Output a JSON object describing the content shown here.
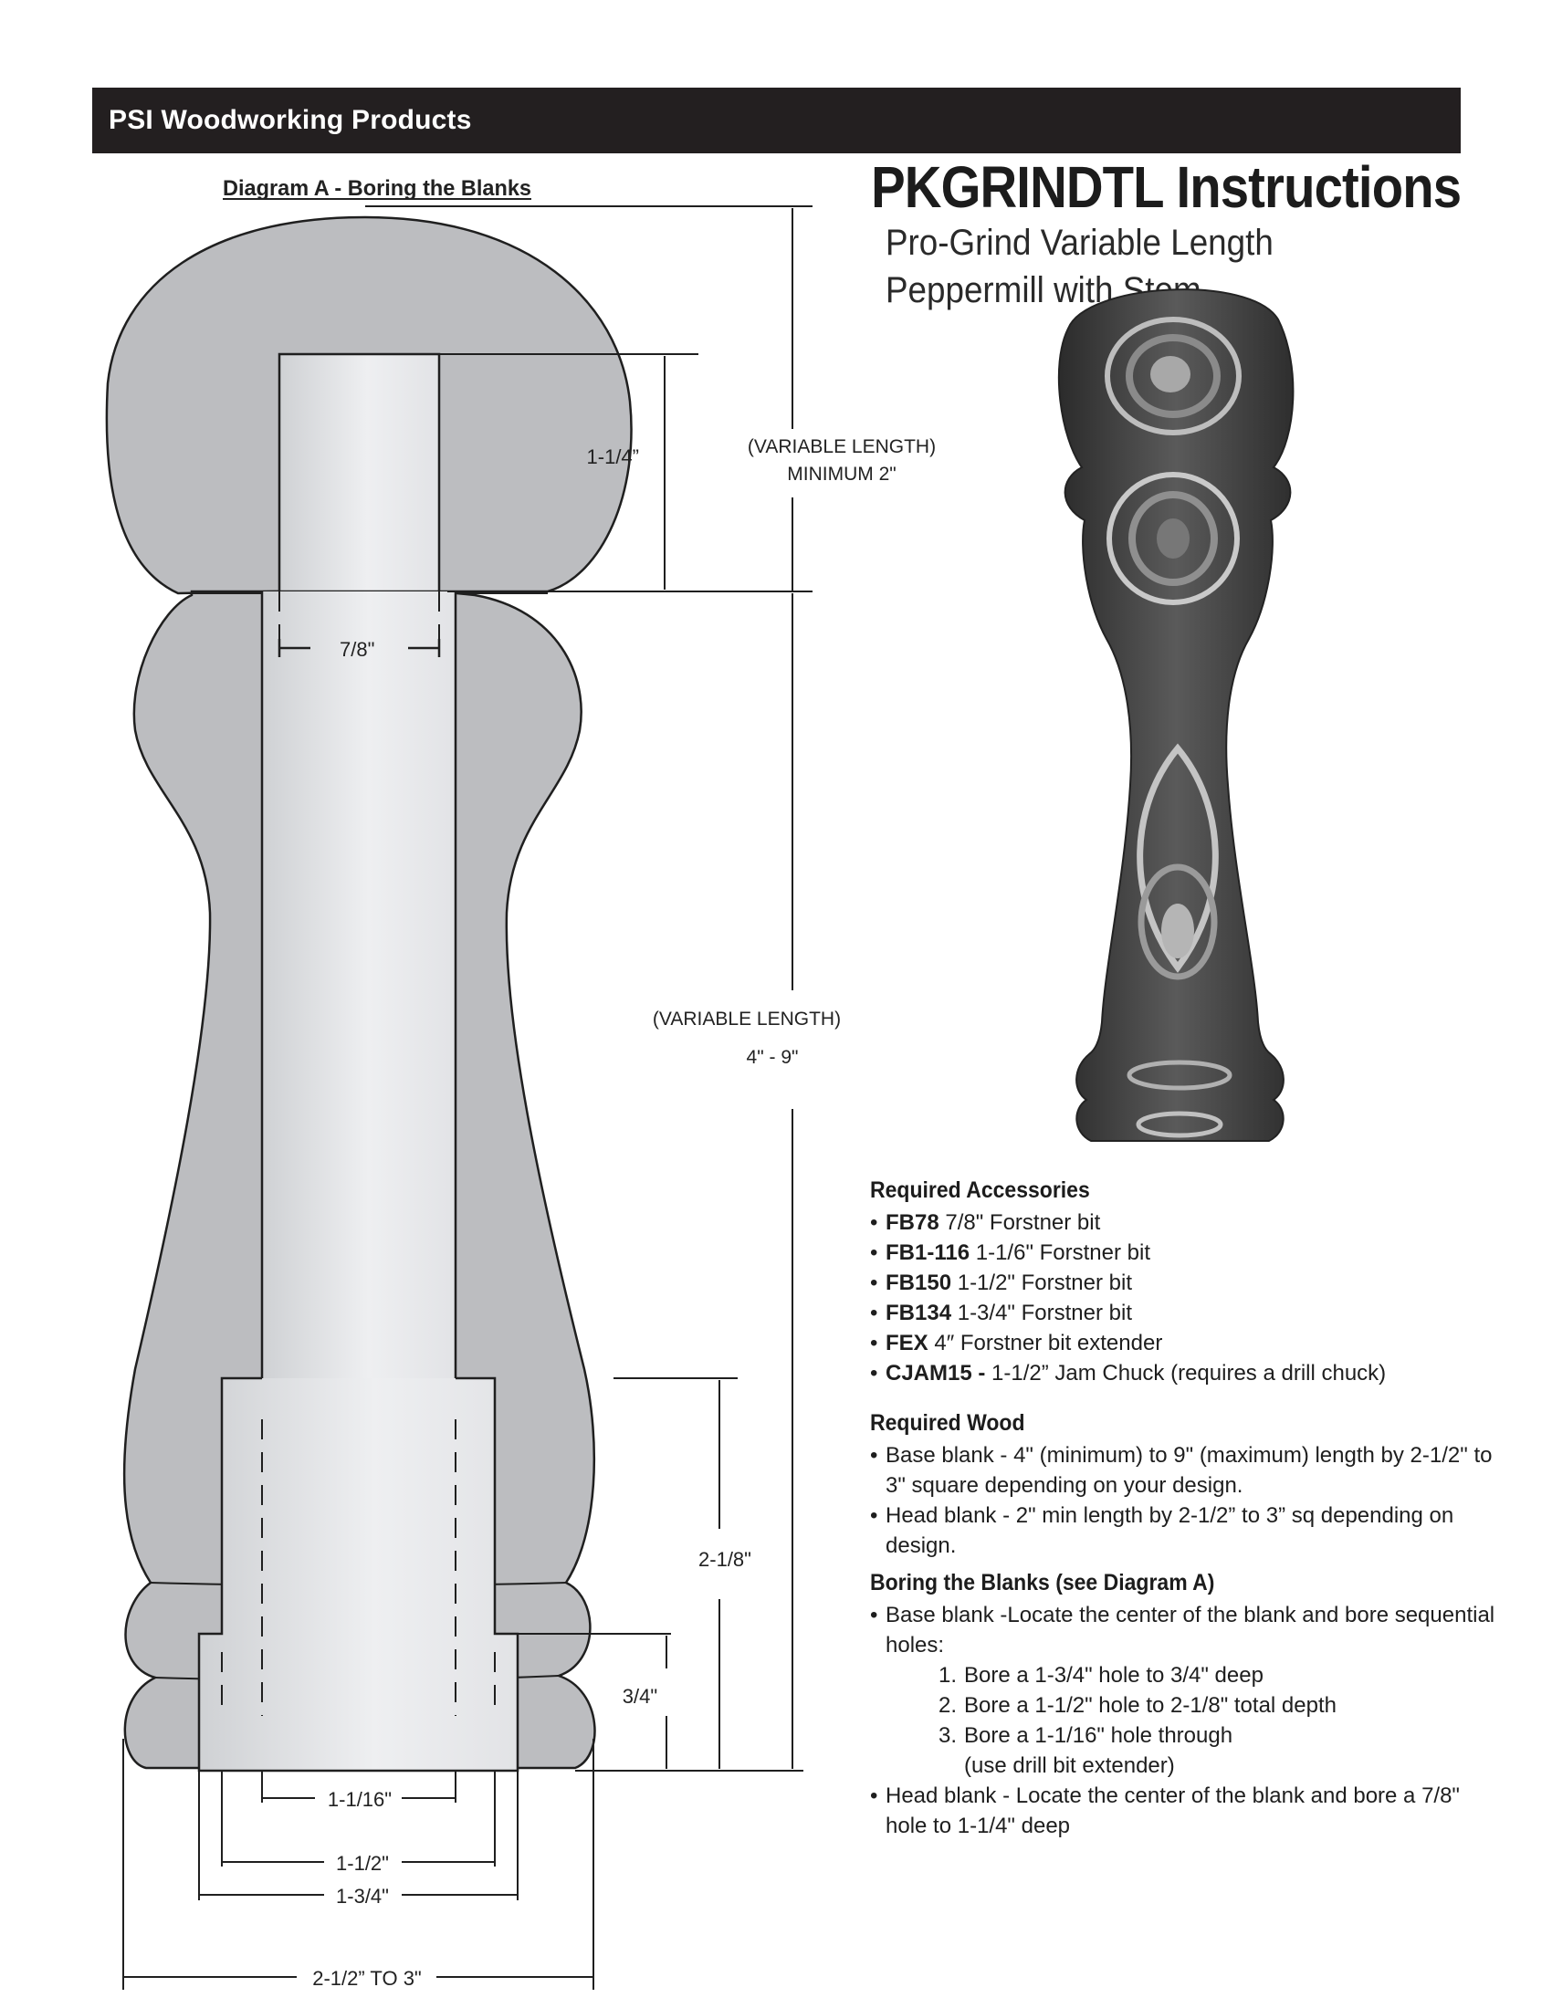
{
  "header": {
    "brand": "PSI Woodworking Products"
  },
  "title": "PKGRINDTL Instructions",
  "subtitle": "Pro-Grind Variable Length Peppermill with Stem",
  "diagram": {
    "caption": "Diagram A - Boring the Blanks",
    "labels": {
      "head_bore_depth": "1-1/4”",
      "head_length_1": "(VARIABLE LENGTH)",
      "head_length_2": "MINIMUM 2\"",
      "bore_width_top": "7/8\"",
      "base_length_1": "(VARIABLE LENGTH)",
      "base_length_2": "4\" - 9\"",
      "depth_total": "2-1/8\"",
      "depth_first": "3/4\"",
      "hole_1116": "1-1/16\"",
      "hole_112": "1-1/2\"",
      "hole_134": "1-3/4\"",
      "blank_width": "2-1/2” TO 3\""
    }
  },
  "accessories": {
    "heading": "Required Accessories",
    "items": [
      {
        "code": "FB78",
        "desc": "7/8\" Forstner bit"
      },
      {
        "code": "FB1-116",
        "desc": "1-1/6\" Forstner bit"
      },
      {
        "code": "FB150",
        "desc": "1-1/2\" Forstner bit"
      },
      {
        "code": "FB134",
        "desc": "1-3/4\" Forstner bit"
      },
      {
        "code": "FEX",
        "desc": "4″ Forstner bit extender"
      },
      {
        "code": "CJAM15 -",
        "desc": "1-1/2” Jam Chuck (requires a drill chuck)"
      }
    ]
  },
  "wood": {
    "heading": "Required Wood",
    "items": [
      "Base blank - 4\" (minimum) to 9\" (maximum) length by 2-1/2\" to 3\" square depending on your design.",
      "Head blank - 2\" min length by 2-1/2” to 3” sq depending on design."
    ]
  },
  "boring": {
    "heading": "Boring the Blanks (see Diagram A)",
    "base_intro": "Base blank -Locate the center of the blank and bore sequential holes:",
    "steps": [
      {
        "n": "1.",
        "text": "Bore a 1-3/4\" hole to 3/4\" deep"
      },
      {
        "n": "2.",
        "text": "Bore a 1-1/2\" hole to 2-1/8\" total depth"
      },
      {
        "n": "3.",
        "text": "Bore a 1-1/16\" hole through",
        "note": "(use drill bit extender)"
      }
    ],
    "head_text": "Head blank - Locate the center of the blank and bore a 7/8\" hole to 1-1/4\" deep"
  }
}
